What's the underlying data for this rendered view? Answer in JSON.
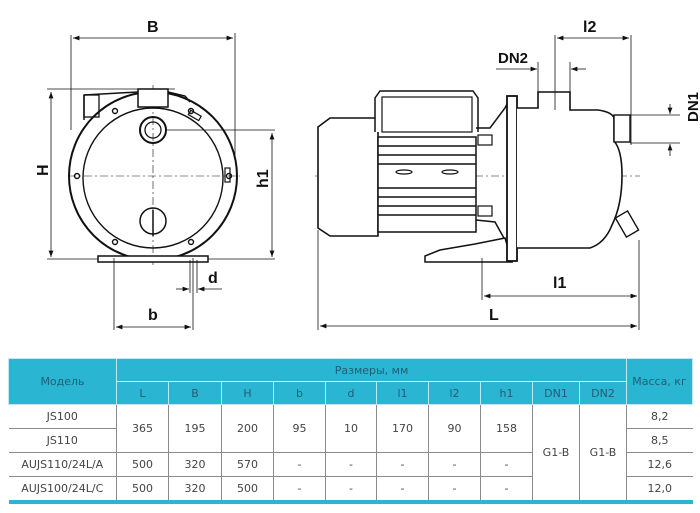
{
  "drawing": {
    "front_view_labels": {
      "B": "B",
      "H": "H",
      "h1": "h1",
      "d": "d",
      "b": "b"
    },
    "side_view_labels": {
      "DN2": "DN2",
      "l2": "l2",
      "DN1": "DN1",
      "l1": "l1",
      "L": "L"
    }
  },
  "table": {
    "header": {
      "model": "Модель",
      "dimensions_group": "Размеры, мм",
      "mass": "Масса, кг",
      "dimension_columns": [
        "L",
        "B",
        "H",
        "b",
        "d",
        "l1",
        "l2",
        "h1",
        "DN1",
        "DN2"
      ]
    },
    "rows": [
      {
        "model": "JS100",
        "mass": "8,2"
      },
      {
        "model": "JS110",
        "mass": "8,5"
      },
      {
        "model": "AUJS110/24L/A",
        "L": "500",
        "B": "320",
        "H": "570",
        "b": "-",
        "d": "-",
        "l1": "-",
        "l2": "-",
        "h1": "-",
        "mass": "12,6"
      },
      {
        "model": "AUJS100/24L/C",
        "L": "500",
        "B": "320",
        "H": "500",
        "b": "-",
        "d": "-",
        "l1": "-",
        "l2": "-",
        "h1": "-",
        "mass": "12,0"
      }
    ],
    "shared_js": {
      "L": "365",
      "B": "195",
      "H": "200",
      "b": "95",
      "d": "10",
      "l1": "170",
      "l2": "90",
      "h1": "158"
    },
    "shared_all": {
      "DN1": "G1-B",
      "DN2": "G1-B"
    }
  },
  "colors": {
    "header_bg": "#2ab5d3",
    "header_text": "#1f5f74"
  }
}
